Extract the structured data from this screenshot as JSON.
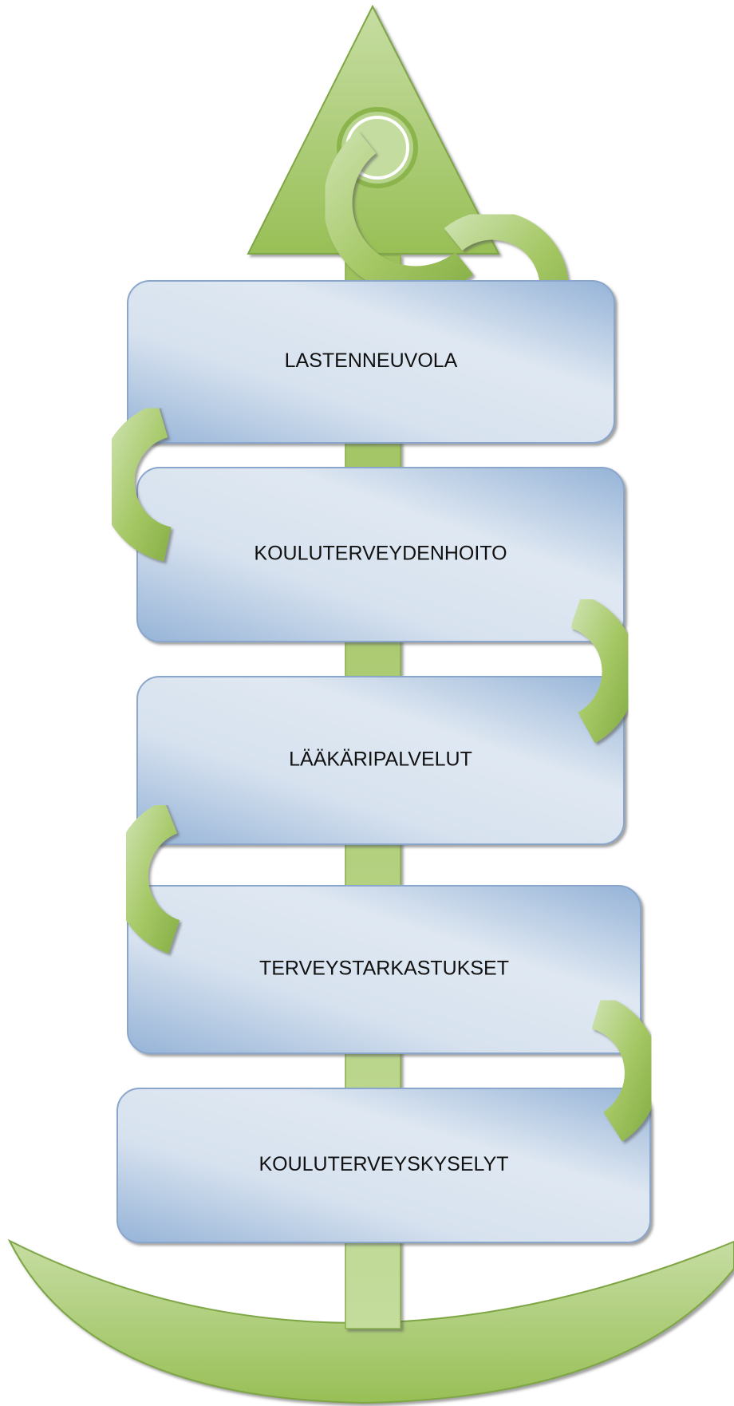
{
  "diagram": {
    "boxes": [
      {
        "label": "LASTENNEUVOLA"
      },
      {
        "label": "KOULUTERVEYDENHOITO"
      },
      {
        "label": "LÄÄKÄRIPALVELUT"
      },
      {
        "label": "TERVEYSTARKASTUKSET"
      },
      {
        "label": "KOULUTERVEYSKYSELYT"
      }
    ],
    "colors": {
      "green_light": "#c4dca0",
      "green_mid": "#9cc05a",
      "green_dark": "#6e9a36",
      "box_light": "#dce6f2",
      "box_blue": "#95b3d7",
      "box_border": "#8aa6cc"
    }
  }
}
